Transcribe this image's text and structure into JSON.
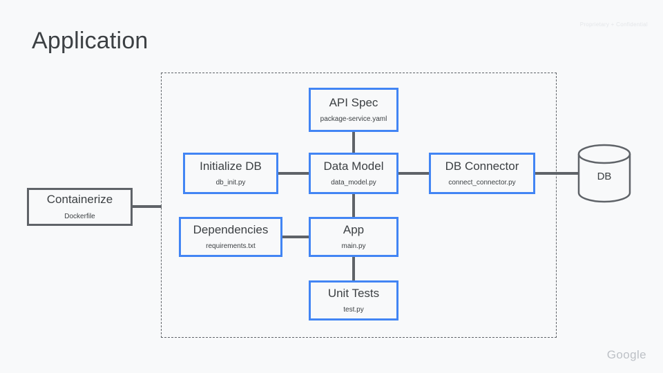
{
  "slide": {
    "title": "Application",
    "confidential_notice": "Proprietary + Confidential",
    "brand_logo_text": "Google",
    "background_color": "#F8F9FA",
    "accent_color": "#4285F4",
    "line_color": "#5F6368",
    "text_color": "#3C4043"
  },
  "boundary": {
    "name": "application-boundary",
    "style": "dashed"
  },
  "nodes": {
    "api_spec": {
      "title": "API Spec",
      "file": "package-service.yaml",
      "border": "#4285F4"
    },
    "initialize_db": {
      "title": "Initialize DB",
      "file": "db_init.py",
      "border": "#4285F4"
    },
    "data_model": {
      "title": "Data Model",
      "file": "data_model.py",
      "border": "#4285F4"
    },
    "db_connector": {
      "title": "DB Connector",
      "file": "connect_connector.py",
      "border": "#4285F4"
    },
    "dependencies": {
      "title": "Dependencies",
      "file": "requirements.txt",
      "border": "#4285F4"
    },
    "app": {
      "title": "App",
      "file": "main.py",
      "border": "#4285F4"
    },
    "unit_tests": {
      "title": "Unit Tests",
      "file": "test.py",
      "border": "#4285F4"
    },
    "containerize": {
      "title": "Containerize",
      "file": "Dockerfile",
      "border": "#5F6368"
    }
  },
  "database": {
    "label": "DB",
    "shape": "cylinder",
    "border": "#5F6368"
  },
  "connections": [
    {
      "from": "api_spec",
      "to": "data_model"
    },
    {
      "from": "initialize_db",
      "to": "data_model"
    },
    {
      "from": "data_model",
      "to": "db_connector"
    },
    {
      "from": "db_connector",
      "to": "database"
    },
    {
      "from": "data_model",
      "to": "app"
    },
    {
      "from": "dependencies",
      "to": "app"
    },
    {
      "from": "app",
      "to": "unit_tests"
    },
    {
      "from": "containerize",
      "to": "boundary"
    }
  ]
}
